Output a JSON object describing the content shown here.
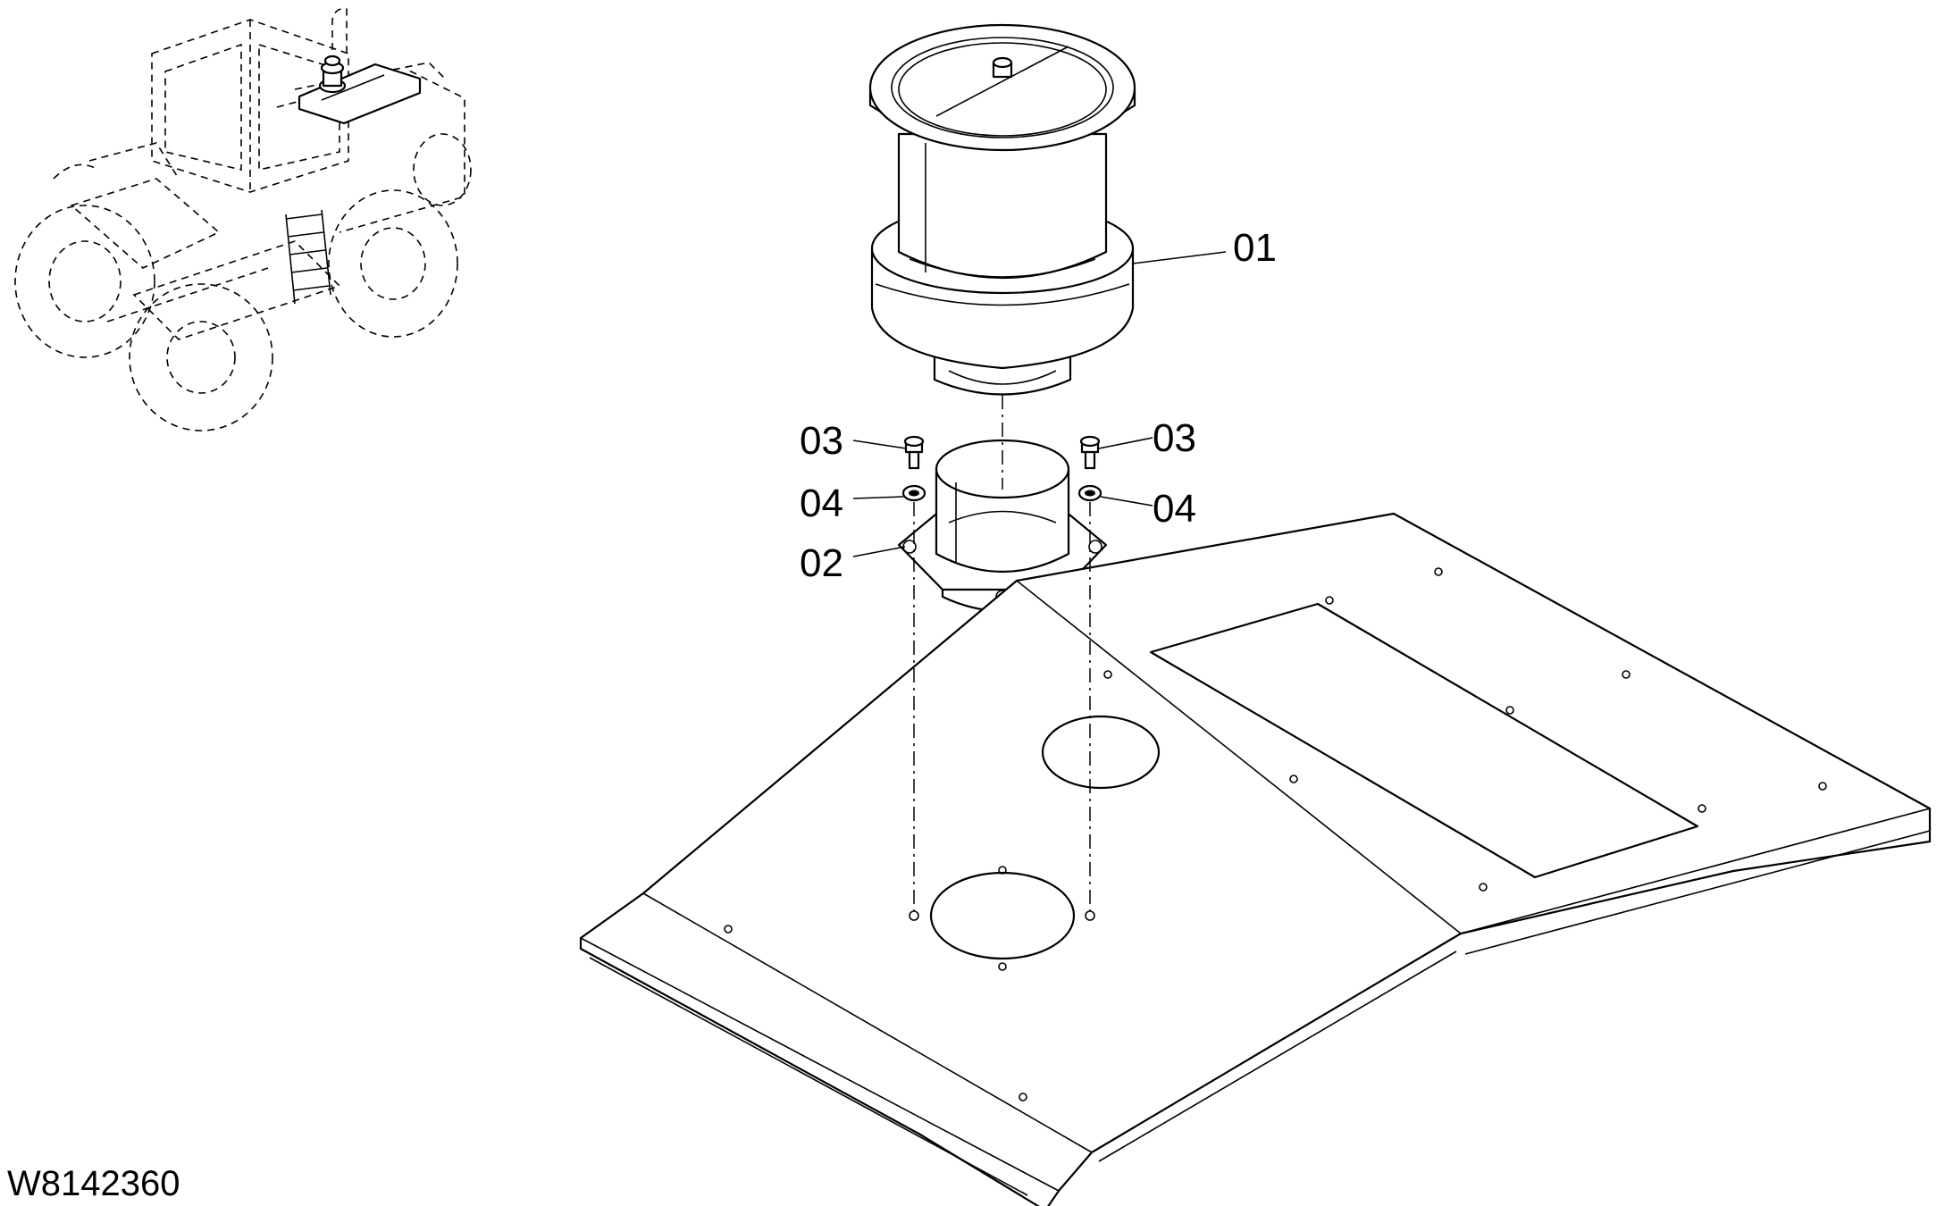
{
  "callouts": {
    "air_cleaner": "01",
    "adapter": "02",
    "bolt_left": "03",
    "bolt_right": "03",
    "washer_left": "04",
    "washer_right": "04"
  },
  "drawing_code": "W8142360"
}
